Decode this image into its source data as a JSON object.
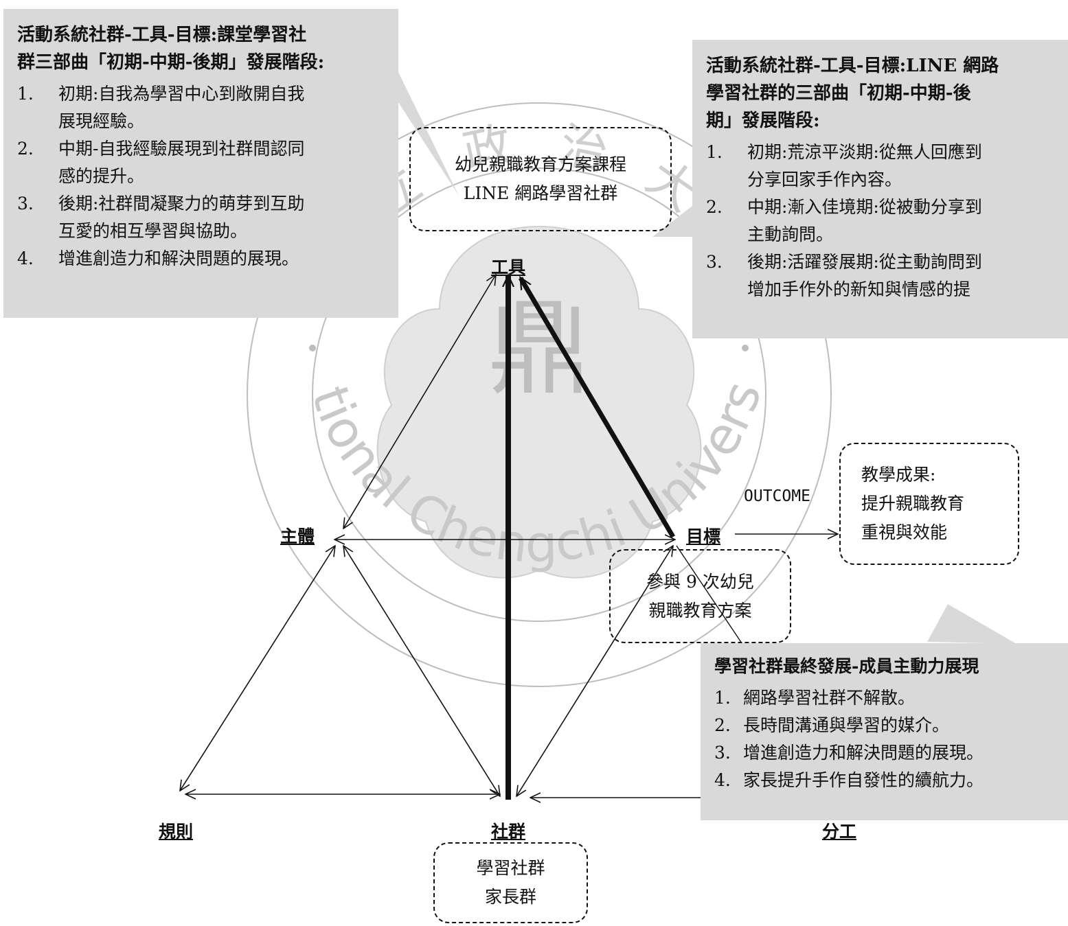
{
  "nodes": {
    "tool": "工具",
    "subject": "主體",
    "object": "目標",
    "rules": "規則",
    "community": "社群",
    "division": "分工"
  },
  "boxes": {
    "tool_box": [
      "幼兒親職教育方案課程",
      "LINE 網路學習社群"
    ],
    "object_box": [
      "參與 9 次幼兒",
      "親職教育方案"
    ],
    "community_box": [
      "學習社群",
      "家長群"
    ],
    "outcome_box": [
      "教學成果:",
      "提升親職教育",
      "重視與效能"
    ]
  },
  "outcome_label": "OUTCOME",
  "callouts": {
    "left": {
      "title_line1": "活動系統社群-工具-目標:課堂學習社",
      "title_line2": "群三部曲「初期-中期-後期」發展階段:",
      "items": [
        {
          "num": "1.",
          "lines": [
            "初期:自我為學習中心到敞開自我",
            "展現經驗。"
          ]
        },
        {
          "num": "2.",
          "lines": [
            "中期-自我經驗展現到社群間認同",
            "感的提升。"
          ]
        },
        {
          "num": "3.",
          "lines": [
            "後期:社群間凝聚力的萌芽到互助",
            "互愛的相互學習與協助。"
          ]
        },
        {
          "num": "4.",
          "lines": [
            "增進創造力和解決問題的展現。"
          ]
        }
      ]
    },
    "right": {
      "title_line1": "活動系統社群-工具-目標:LINE 網路",
      "title_line2": "學習社群的三部曲「初期-中期-後",
      "title_line3": "期」發展階段:",
      "items": [
        {
          "num": "1.",
          "lines": [
            "初期:荒涼平淡期:從無人回應到",
            "分享回家手作內容。"
          ]
        },
        {
          "num": "2.",
          "lines": [
            "中期:漸入佳境期:從被動分享到",
            "主動詢問。"
          ]
        },
        {
          "num": "3.",
          "lines": [
            "後期:活躍發展期:從主動詢問到",
            "增加手作外的新知與情感的提"
          ]
        }
      ]
    },
    "bottom": {
      "title": "學習社群最終發展-成員主動力展現",
      "items": [
        {
          "num": "1.",
          "lines": [
            "網路學習社群不解散。"
          ]
        },
        {
          "num": "2.",
          "lines": [
            "長時間溝通與學習的媒介。"
          ]
        },
        {
          "num": "3.",
          "lines": [
            "增進創造力和解決問題的展現。"
          ]
        },
        {
          "num": "4.",
          "lines": [
            "家長提升手作自發性的續航力。"
          ]
        }
      ]
    }
  },
  "watermark": {
    "text": "National Chengchi University",
    "top_chars": [
      "立",
      "政",
      "治",
      "大"
    ],
    "seal_char": "鼎"
  }
}
